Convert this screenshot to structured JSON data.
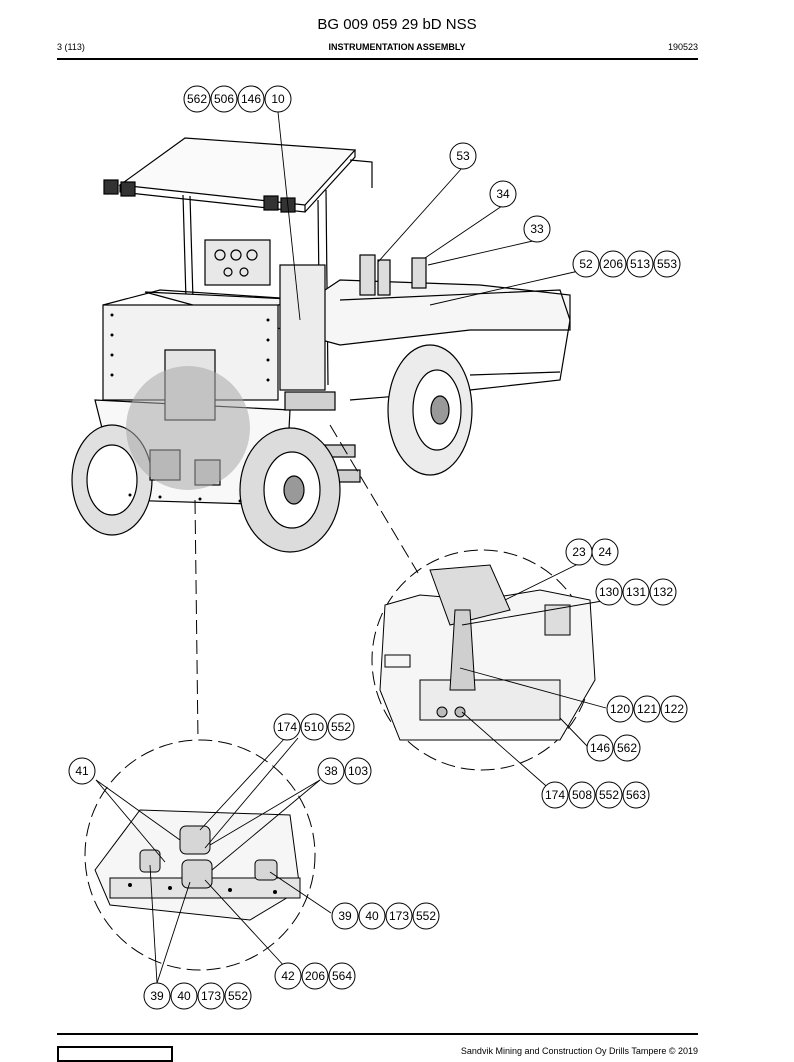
{
  "header": {
    "doc_id": "BG 009 059 29 bD NSS",
    "page": "3 (113)",
    "title": "INSTRUMENTATION ASSEMBLY",
    "date": "190523"
  },
  "footer": {
    "copyright": "Sandvik Mining and Construction Oy Drills Tampere © 2019"
  },
  "callouts": {
    "g1": [
      "562",
      "506",
      "146",
      "10"
    ],
    "g2": [
      "53"
    ],
    "g3": [
      "34"
    ],
    "g4": [
      "33"
    ],
    "g5": [
      "52",
      "206",
      "513",
      "553"
    ],
    "g6": [
      "23",
      "24"
    ],
    "g7": [
      "130",
      "131",
      "132"
    ],
    "g8": [
      "120",
      "121",
      "122"
    ],
    "g9": [
      "146",
      "562"
    ],
    "g10": [
      "174",
      "508",
      "552",
      "563"
    ],
    "g11": [
      "174",
      "510",
      "552"
    ],
    "g12": [
      "41"
    ],
    "g13": [
      "38",
      "103"
    ],
    "g14": [
      "39",
      "40",
      "173",
      "552"
    ],
    "g15": [
      "42",
      "206",
      "564"
    ],
    "g16": [
      "39",
      "40",
      "173",
      "552"
    ]
  }
}
